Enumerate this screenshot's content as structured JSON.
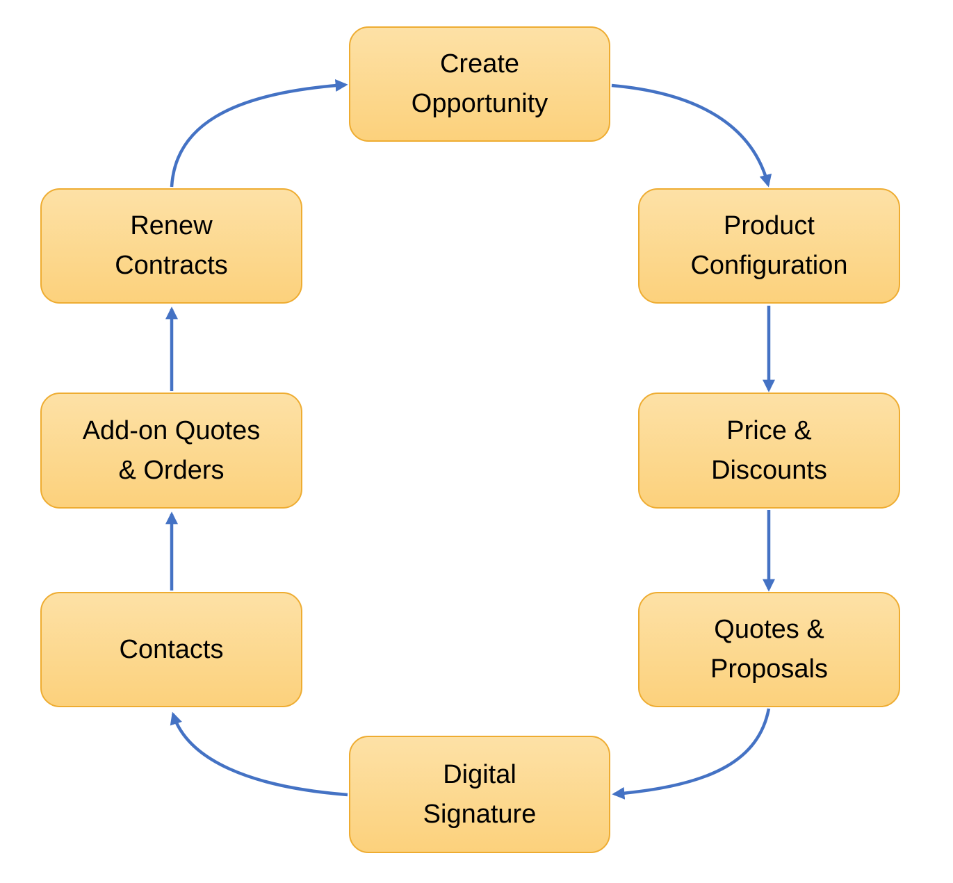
{
  "diagram": {
    "type": "cycle-flowchart",
    "nodes": [
      {
        "id": "create-opportunity",
        "label": "Create Opportunity"
      },
      {
        "id": "product-configuration",
        "label": "Product Configuration"
      },
      {
        "id": "price-discounts",
        "label": "Price & Discounts"
      },
      {
        "id": "quotes-proposals",
        "label": "Quotes & Proposals"
      },
      {
        "id": "digital-signature",
        "label": "Digital Signature"
      },
      {
        "id": "contacts",
        "label": "Contacts"
      },
      {
        "id": "addon-quotes-orders",
        "label": "Add-on Quotes & Orders"
      },
      {
        "id": "renew-contracts",
        "label": "Renew Contracts"
      }
    ],
    "edges": [
      {
        "from": "create-opportunity",
        "to": "product-configuration"
      },
      {
        "from": "product-configuration",
        "to": "price-discounts"
      },
      {
        "from": "price-discounts",
        "to": "quotes-proposals"
      },
      {
        "from": "quotes-proposals",
        "to": "digital-signature"
      },
      {
        "from": "digital-signature",
        "to": "contacts"
      },
      {
        "from": "contacts",
        "to": "addon-quotes-orders"
      },
      {
        "from": "addon-quotes-orders",
        "to": "renew-contracts"
      },
      {
        "from": "renew-contracts",
        "to": "create-opportunity"
      }
    ],
    "colors": {
      "background": "#FFFFFF",
      "node_fill_top": "#FDE1A6",
      "node_fill_bottom": "#FCD17C",
      "node_border": "#EEAC31",
      "arrow": "#4472C4",
      "text": "#000000"
    }
  }
}
